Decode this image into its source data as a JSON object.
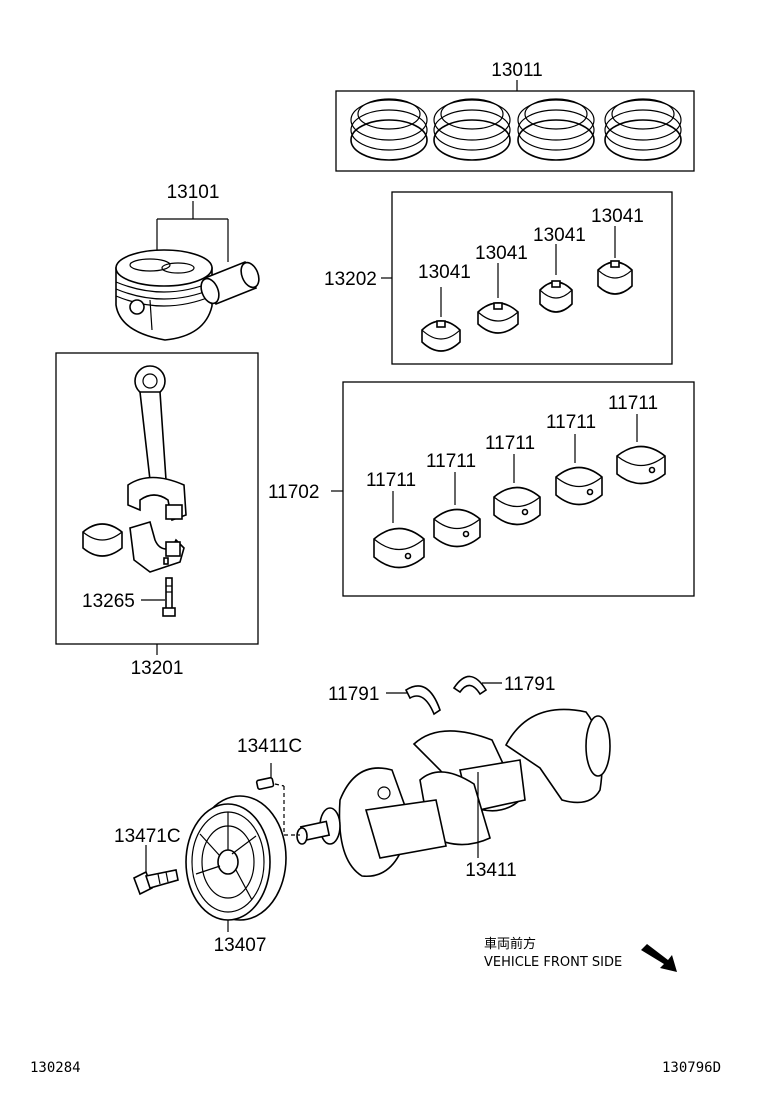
{
  "parts": {
    "piston_rings": "13011",
    "piston": "13101",
    "conrod_bearing_set": "13202",
    "conrod_bearing": "13041",
    "conrod": "13201",
    "conrod_bolt": "13265",
    "main_bearing_set": "11702",
    "main_bearing": "11711",
    "thrust_washer": "11791",
    "pin": "13411C",
    "bolt": "13471C",
    "crankshaft": "13411",
    "pulley": "13407"
  },
  "direction": {
    "japanese": "車両前方",
    "english": "VEHICLE FRONT SIDE"
  },
  "footer": {
    "left_code": "130284",
    "right_code": "130796D"
  }
}
